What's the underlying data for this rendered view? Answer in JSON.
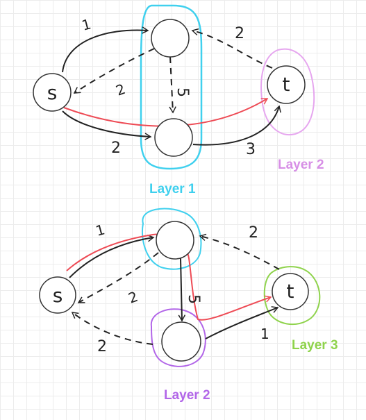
{
  "colors": {
    "ink": "#222222",
    "path": "#ee4b55",
    "layer_cyan": "#3fd0ee",
    "layer_pink": "#e6a6ef",
    "layer_purple": "#b266e8",
    "layer_green": "#8fd34c"
  },
  "top": {
    "nodes": {
      "s": "s",
      "t": "t"
    },
    "weights": {
      "s_top": "1",
      "top_s": "2",
      "top_bottom": "5",
      "t_top": "2",
      "s_bottom": "2",
      "bottom_t": "3"
    },
    "labels": {
      "layer1": "Layer 1",
      "layer2": "Layer 2"
    }
  },
  "bottom": {
    "nodes": {
      "s": "s",
      "t": "t"
    },
    "weights": {
      "s_top": "1",
      "top_s": "2",
      "top_bottom": "5",
      "t_top": "2",
      "bottom_s": "2",
      "bottom_t": "1"
    },
    "labels": {
      "layer2": "Layer 2",
      "layer3": "Layer 3"
    }
  }
}
